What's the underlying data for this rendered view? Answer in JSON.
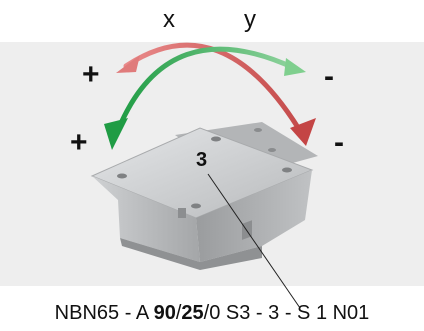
{
  "axes": {
    "x_label": "x",
    "y_label": "y"
  },
  "signs": {
    "top_left": "+",
    "top_right": "-",
    "bottom_left": "+",
    "bottom_right": "-"
  },
  "callout_number": "3",
  "order_code": {
    "part1": "NBN65 - A ",
    "part2": "90",
    "part3": "/",
    "part4": "25",
    "part5": "/0 S3 - 3 - S 1 N01"
  },
  "colors": {
    "x_arrow": "#d86a6a",
    "y_arrow": "#35a84f",
    "band": "#eeeeee",
    "block": "#c4c6c8"
  }
}
